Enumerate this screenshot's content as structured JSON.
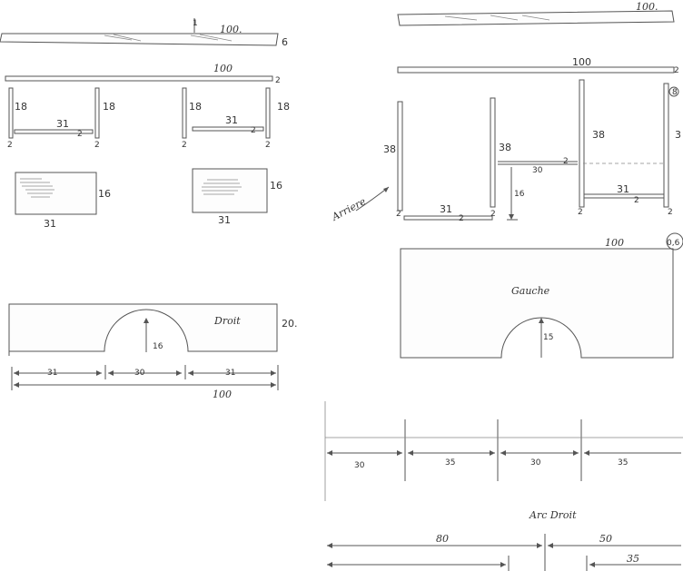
{
  "top_shelf": {
    "length": "100.",
    "thickness": "6",
    "mark": "1"
  },
  "right_shelf": {
    "length": "100."
  },
  "left_frame": {
    "top_length": "100",
    "top_thickness": "2",
    "posts": [
      "18",
      "18",
      "18",
      "18"
    ],
    "post_base": "2",
    "rail_length": "31",
    "rail_thickness": "2"
  },
  "drawer_fronts": {
    "width": "31",
    "height": "16",
    "height_alt": "16"
  },
  "right_frame": {
    "top_length": "100",
    "top_thickness": "2",
    "corner_mark": "8",
    "post_height": "38",
    "post_base": "2",
    "left_rail": "31",
    "middle_rail": "30",
    "middle_gap": "16",
    "right_rail": "31",
    "cut_height": "3",
    "marker_label": "Arriere"
  },
  "droit_panel": {
    "label": "Droit",
    "height": "20.",
    "arch_height": "16",
    "segments": [
      "31",
      "30",
      "31"
    ],
    "total": "100"
  },
  "gauche_panel": {
    "label": "Gauche",
    "length": "100",
    "corner_mark": "0,6",
    "arch_height": "15"
  },
  "bottom_scale": {
    "segments": [
      "30",
      "35",
      "30",
      "35"
    ]
  },
  "arriere_scale": {
    "title": "Arc Droit",
    "left": "80",
    "right": "50",
    "right_inner": "35"
  }
}
